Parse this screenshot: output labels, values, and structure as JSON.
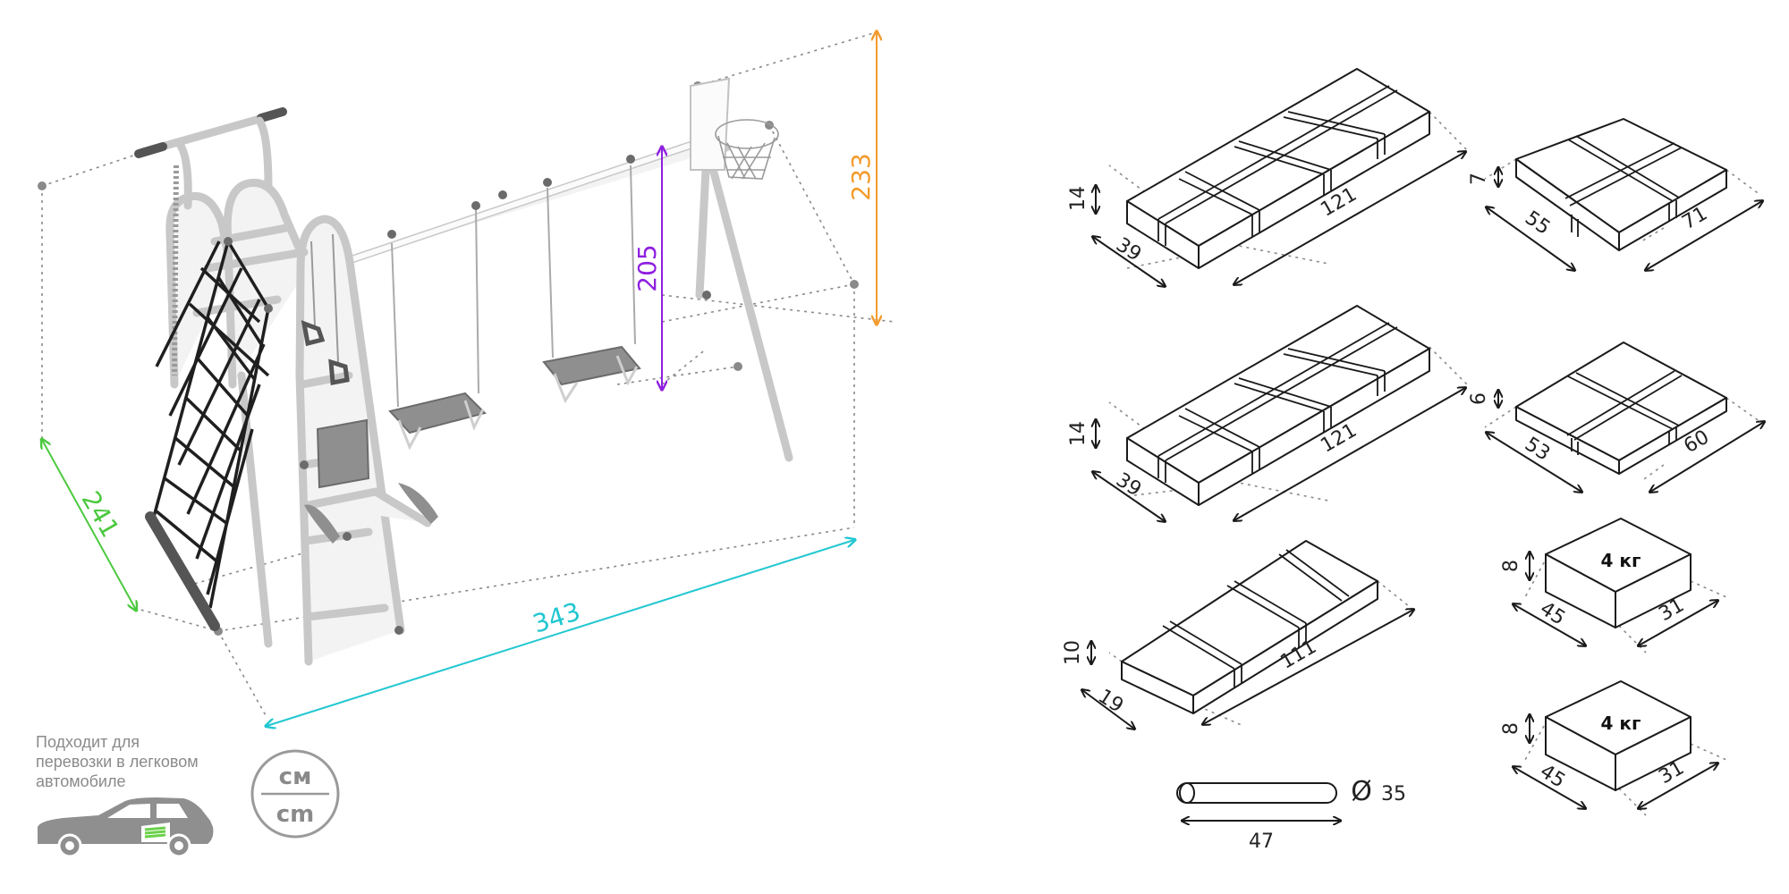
{
  "playground": {
    "depth": "241",
    "length": "343",
    "swing_height": "205",
    "total_height": "233",
    "colors": {
      "depth": "#4cc93f",
      "length": "#21c7d1",
      "swing_height": "#8f1fe0",
      "total_height": "#f39b2c"
    }
  },
  "packages": [
    {
      "height": "14",
      "depth": "39",
      "length": "121"
    },
    {
      "height": "7",
      "depth": "55",
      "length": "71"
    },
    {
      "height": "14",
      "depth": "39",
      "length": "121"
    },
    {
      "height": "6",
      "depth": "53",
      "length": "60"
    },
    {
      "height": "10",
      "depth": "19",
      "length": "111"
    },
    {
      "height": "8",
      "depth": "45",
      "length": "31",
      "weight": "4 кг"
    },
    {
      "height": "8",
      "depth": "45",
      "length": "31",
      "weight": "4 кг"
    }
  ],
  "tube": {
    "length": "47",
    "diameter": "35",
    "diameter_symbol": "Ø"
  },
  "car_note": {
    "line1": "Подходит для",
    "line2": "перевозки в легковом",
    "line3": "автомобиле",
    "icon": "car-icon"
  },
  "units": {
    "top": "см",
    "bottom": "cm"
  }
}
